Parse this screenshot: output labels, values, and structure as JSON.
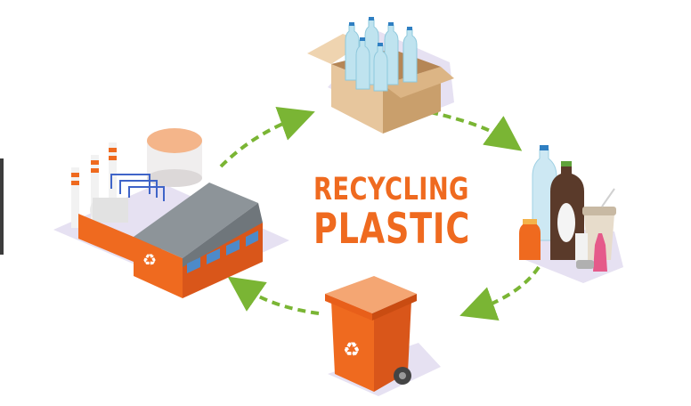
{
  "title": {
    "line1": "RECYCLING",
    "line2": "PLASTIC"
  },
  "colors": {
    "accent": "#ef6a1f",
    "arrow": "#7ab534",
    "cardboard": "#e3c196",
    "shadow": "#e6e1f2"
  },
  "cycle": [
    "box-of-bottles",
    "plastic-bottles",
    "recycling-bin",
    "factory"
  ]
}
